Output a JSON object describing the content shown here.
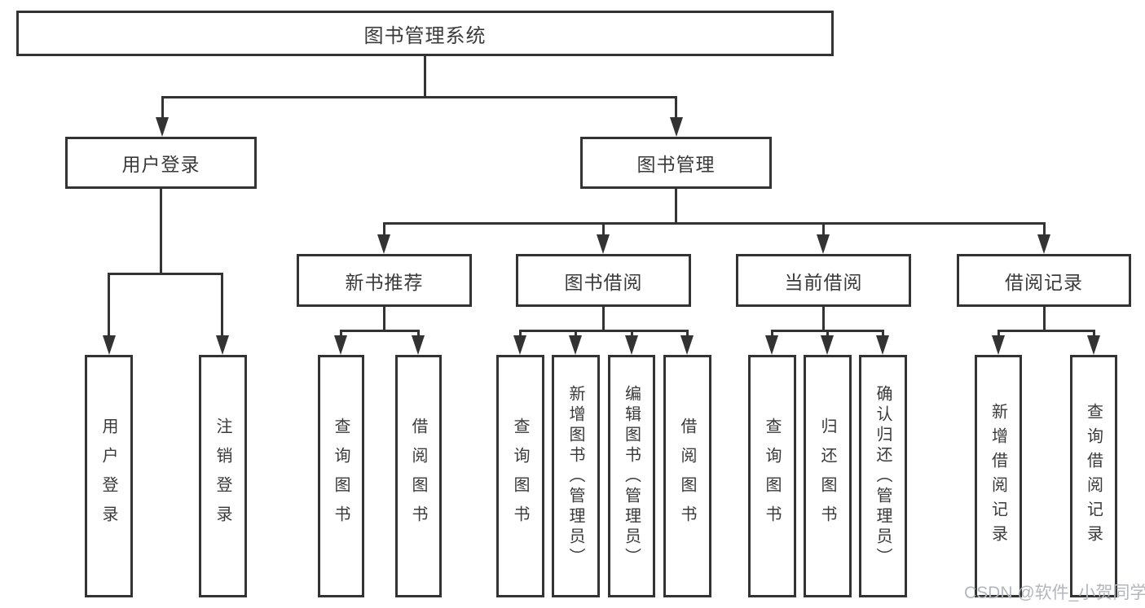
{
  "diagram": {
    "title": "图书管理系统",
    "level2": [
      {
        "label": "用户登录",
        "children": [
          {
            "label": "用户登录"
          },
          {
            "label": "注销登录"
          }
        ]
      },
      {
        "label": "图书管理",
        "children": [
          {
            "label": "新书推荐",
            "children": [
              {
                "label": "查询图书"
              },
              {
                "label": "借阅图书"
              }
            ]
          },
          {
            "label": "图书借阅",
            "children": [
              {
                "label": "查询图书"
              },
              {
                "label": "新增图书（管理员）"
              },
              {
                "label": "编辑图书（管理员）"
              },
              {
                "label": "借阅图书"
              }
            ]
          },
          {
            "label": "当前借阅",
            "children": [
              {
                "label": "查询图书"
              },
              {
                "label": "归还图书"
              },
              {
                "label": "确认归还（管理员）"
              }
            ]
          },
          {
            "label": "借阅记录",
            "children": [
              {
                "label": "新增借阅记录"
              },
              {
                "label": "查询借阅记录"
              }
            ]
          }
        ]
      }
    ]
  },
  "watermark": {
    "text": "CSDN @软件_小贺同学"
  },
  "colors": {
    "line": "#333333",
    "box_border": "#333333",
    "text": "#3a3a3a",
    "watermark": "#b3b7bc",
    "background": "#ffffff"
  }
}
